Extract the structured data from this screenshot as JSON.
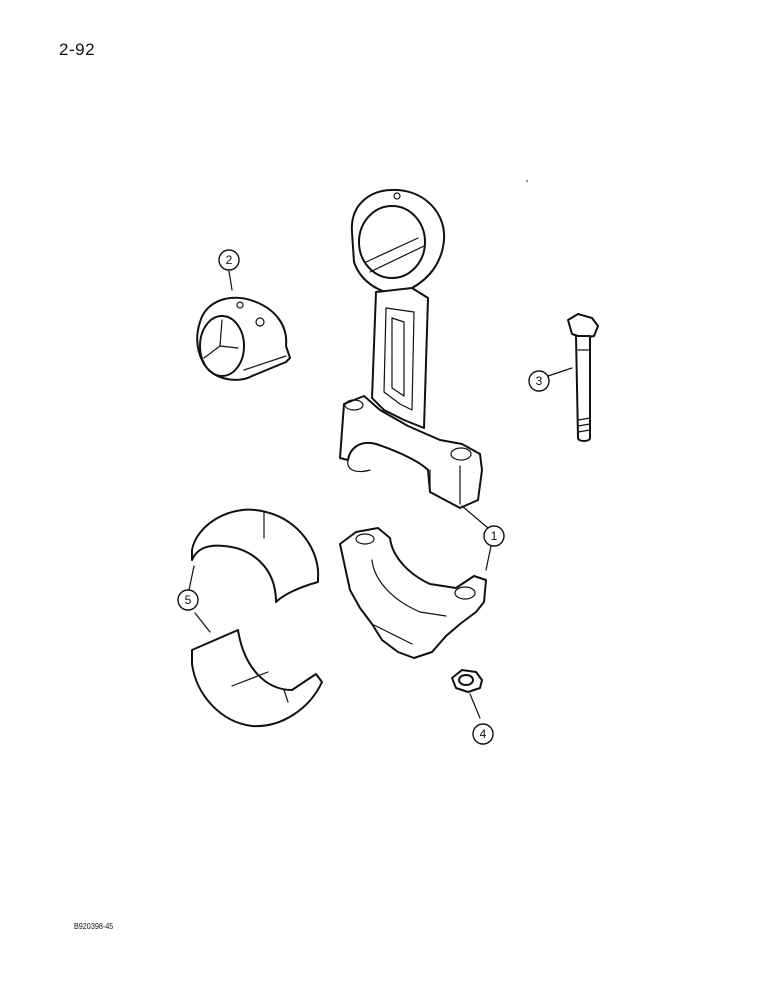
{
  "page": {
    "page_number": "2-92",
    "figure_code": "B920398-45"
  },
  "callouts": [
    {
      "id": "callout-1",
      "label": "1"
    },
    {
      "id": "callout-2",
      "label": "2"
    },
    {
      "id": "callout-3",
      "label": "3"
    },
    {
      "id": "callout-4",
      "label": "4"
    },
    {
      "id": "callout-5",
      "label": "5"
    }
  ],
  "colors": {
    "ink": "#111111",
    "paper": "#ffffff"
  }
}
